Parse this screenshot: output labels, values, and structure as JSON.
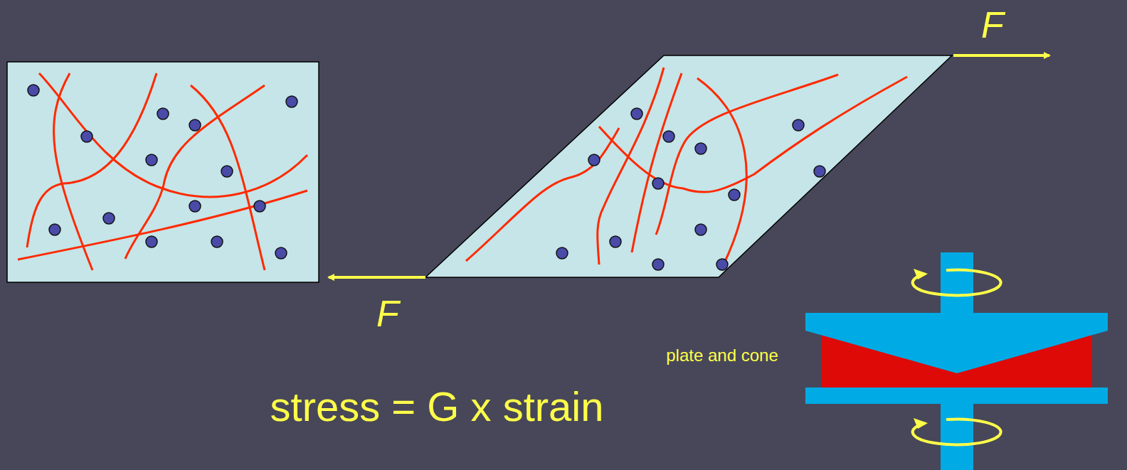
{
  "diagram": {
    "labels": [
      "F",
      "F",
      "plate and cone",
      "stress = G x strain"
    ]
  }
}
